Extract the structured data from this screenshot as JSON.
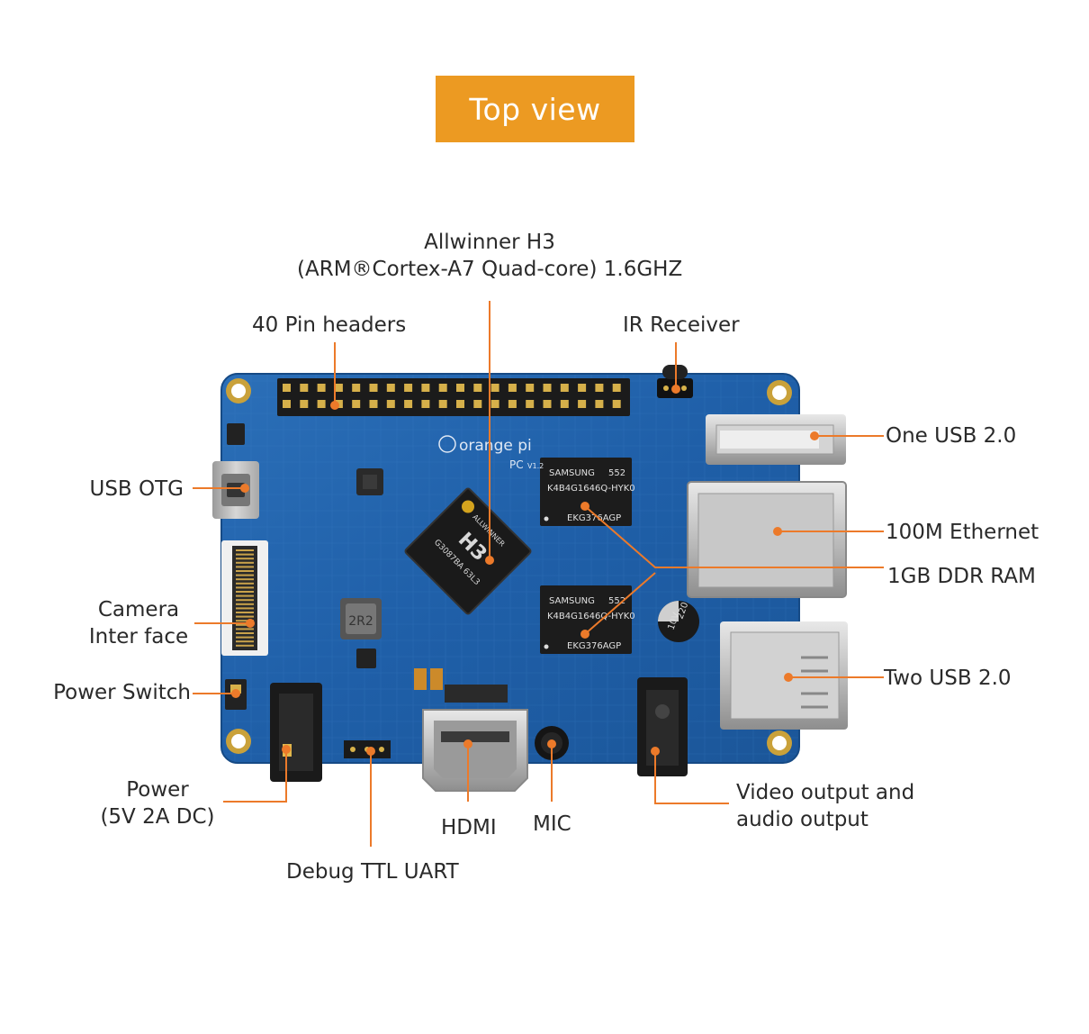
{
  "header": {
    "title": "Top view"
  },
  "board": {
    "brand": "orange pi",
    "model": "PC",
    "version": "V1.2",
    "soc_mark": "H3",
    "soc_maker": "ALLWINNER",
    "soc_code": "G3087BA 63L3",
    "ram_maker": "SAMSUNG",
    "ram_code": "552",
    "ram_part": "K4B4G1646Q-HYK0",
    "ram_lot": "EKG376AGP",
    "inductor_mark": "2R2",
    "cap_value": "220",
    "cap_voltage": "10V"
  },
  "labels": {
    "soc_line1": "Allwinner H3",
    "soc_line2": "(ARM®Cortex-A7 Quad-core) 1.6GHZ",
    "pin_headers": "40 Pin headers",
    "ir_receiver": "IR Receiver",
    "usb_otg": "USB OTG",
    "one_usb": "One USB 2.0",
    "ethernet": "100M Ethernet",
    "ddr_ram": "1GB DDR RAM",
    "camera_line1": "Camera",
    "camera_line2": "Inter face",
    "two_usb": "Two USB 2.0",
    "power_switch": "Power Switch",
    "power_line1": "Power",
    "power_line2": "(5V 2A DC)",
    "hdmi": "HDMI",
    "mic": "MIC",
    "av_line1": "Video output and",
    "av_line2": "audio output",
    "debug_uart": "Debug TTL UART"
  }
}
